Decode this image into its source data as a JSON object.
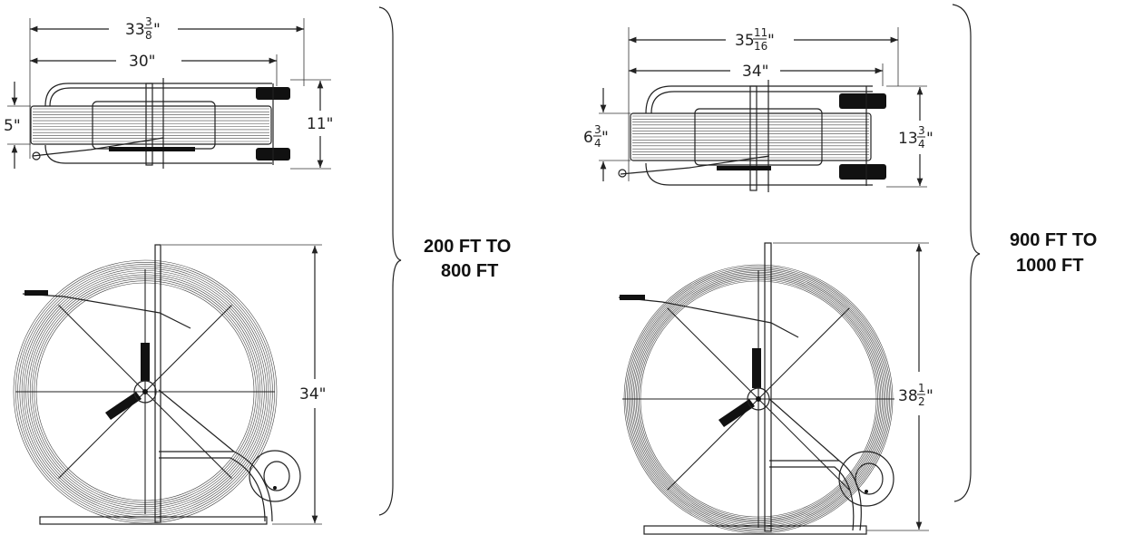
{
  "small_reel": {
    "overall_width": {
      "whole": "33",
      "num": "3",
      "den": "8"
    },
    "frame_width": "30\"",
    "coil_height": "5\"",
    "top_height": "11\"",
    "side_height": "34\"",
    "range_line1": "200 FT TO",
    "range_line2": "800 FT"
  },
  "large_reel": {
    "overall_width": {
      "whole": "35",
      "num": "11",
      "den": "16"
    },
    "frame_width": "34\"",
    "coil_height": {
      "whole": "6",
      "num": "3",
      "den": "4"
    },
    "top_height": {
      "whole": "13",
      "num": "3",
      "den": "4"
    },
    "side_height": {
      "whole": "38",
      "num": "1",
      "den": "2"
    },
    "range_line1": "900 FT TO",
    "range_line2": "1000 FT"
  }
}
